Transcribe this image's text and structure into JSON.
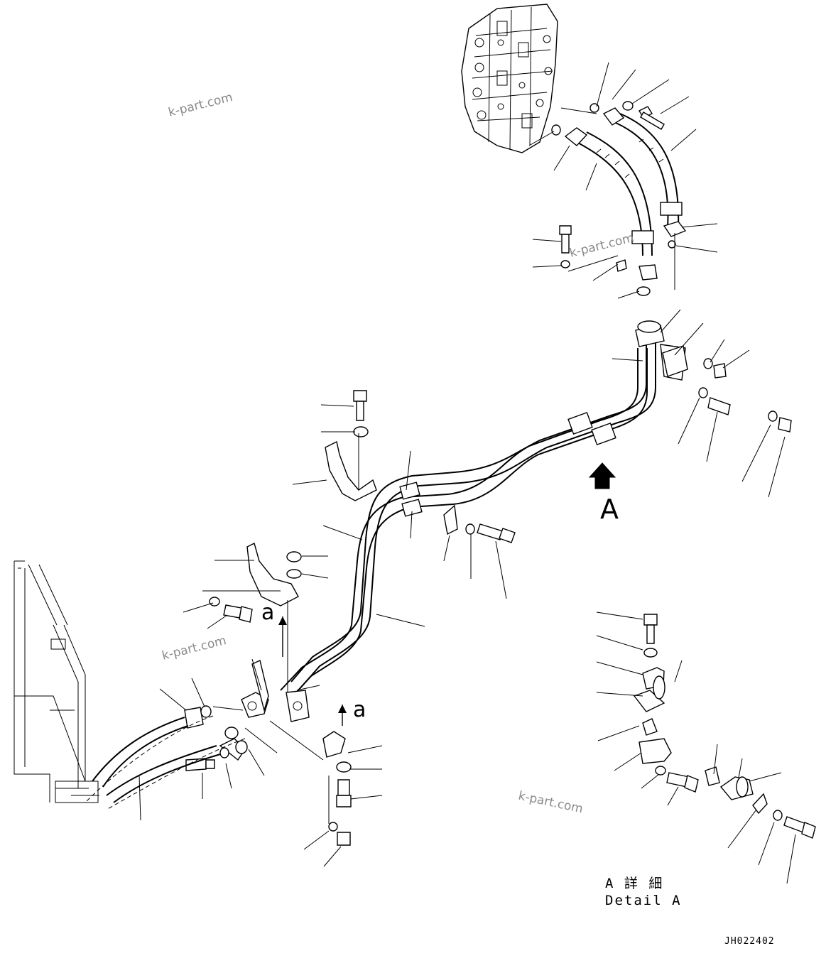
{
  "watermarks": [
    "k-part.com",
    "k-part.com",
    "k-part.com",
    "k-part.com"
  ],
  "view_labels": {
    "big_arrow_letter": "A",
    "small_arrow_letter_left": "a",
    "small_arrow_letter_right": "a"
  },
  "detail_caption": {
    "line1": "A 詳 細",
    "line2": "Detail A"
  },
  "figure_code": "JH022402"
}
